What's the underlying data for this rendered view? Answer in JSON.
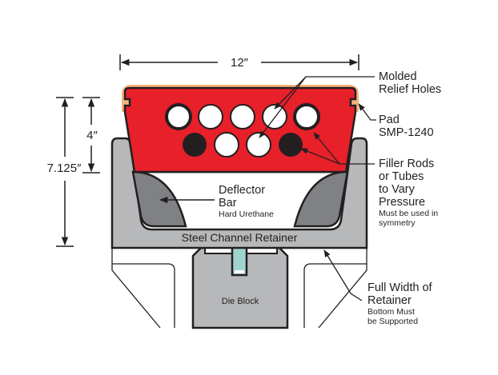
{
  "dimensions": {
    "width": "12″",
    "height_total": "7.125″",
    "height_pad": "4″"
  },
  "labels": {
    "molded_relief_holes": [
      "Molded",
      "Relief Holes"
    ],
    "pad": [
      "Pad",
      "SMP-1240"
    ],
    "filler_rods": [
      "Filler Rods",
      "or Tubes",
      "to Vary",
      "Pressure"
    ],
    "filler_rods_note": [
      "Must be used in",
      "symmetry"
    ],
    "deflector_bar": [
      "Deflector",
      "Bar"
    ],
    "deflector_bar_note": "Hard Urethane",
    "steel_channel_retainer": "Steel Channel Retainer",
    "die_block": "Die Block",
    "full_width": [
      "Full Width of",
      "Retainer"
    ],
    "full_width_note": [
      "Bottom Must",
      "be Supported"
    ]
  },
  "colors": {
    "pad_red": "#e8202a",
    "pad_skin": "#f7b27f",
    "retainer_gray": "#b7b8ba",
    "deflector_gray": "#808184",
    "die_block_gray": "#b7b8ba",
    "key_teal": "#9fd3cf",
    "outline": "#231f20"
  }
}
